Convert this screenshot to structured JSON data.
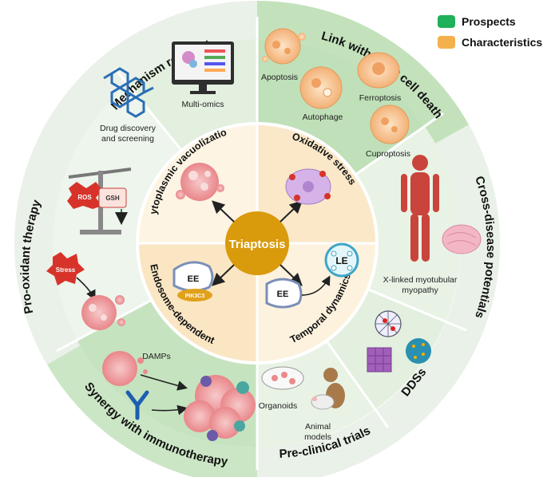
{
  "legend": [
    {
      "label": "Prospects",
      "color": "#1fb05a"
    },
    {
      "label": "Characteristics",
      "color": "#f5b04e"
    }
  ],
  "center": {
    "label": "Triaptosis",
    "color": "#d99a0c"
  },
  "outer_sections": {
    "mechanism": {
      "title": "Mechanism research",
      "labels": [
        "Multi-omics",
        "Drug discovery",
        "and screening"
      ]
    },
    "link": {
      "title": "Link with other cell death",
      "labels": [
        "Apoptosis",
        "Ferroptosis",
        "Autophage",
        "Cuproptosis"
      ]
    },
    "cross": {
      "title": "Cross-disease potentials",
      "labels": [
        "X-linked myotubular",
        "myopathy"
      ]
    },
    "dds": {
      "title": "DDSs"
    },
    "preclinical": {
      "title": "Pre-clinical trials",
      "labels": [
        "Organoids",
        "Animal",
        "models"
      ]
    },
    "immuno": {
      "title": "Synergy with immunotherapy",
      "labels": [
        "DAMPs"
      ]
    },
    "prooxidant": {
      "title": "Pro-oxidant therapy",
      "labels": [
        "ROS",
        "GSH",
        "Stress"
      ]
    }
  },
  "inner_sections": {
    "cytoplasmic": {
      "title": "Cytoplasmic vacuolization"
    },
    "oxidative": {
      "title": "Oxidative stress"
    },
    "endosome": {
      "title": "Endosome-dependent",
      "labels": [
        "EE",
        "PIK3C3"
      ]
    },
    "temporal": {
      "title": "Temporal dynamics",
      "labels": [
        "EE",
        "LE"
      ]
    }
  },
  "colors": {
    "outer_light": "#e8f3e6",
    "outer_mid": "#d5ead1",
    "outer_dark": "#bfe0b8",
    "inner_light": "#fdf4e3",
    "inner_mid": "#fbe6c4",
    "divider": "#ffffff"
  }
}
